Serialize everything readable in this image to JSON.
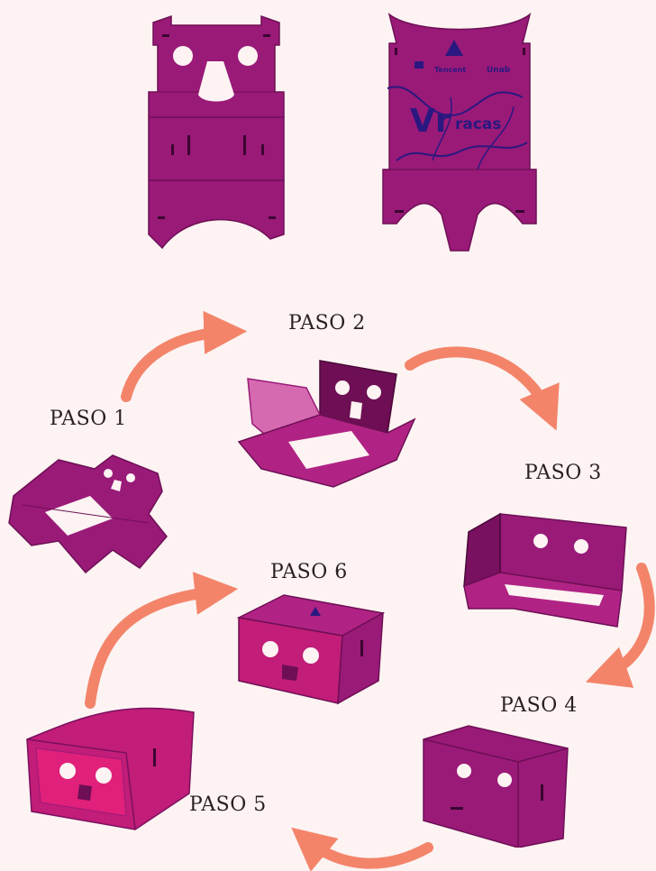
{
  "colors": {
    "background": "#fcf3f2",
    "cardboard": "#9a1a78",
    "cardboard_dark": "#6e0f55",
    "cardboard_light": "#c42a8f",
    "cardboard_pink": "#e0207a",
    "print": "#2a1880",
    "arrow": "#f3846a",
    "label": "#2a1f1f"
  },
  "back_panel": {
    "brand_left": "Tencent",
    "brand_right": "Unab",
    "title_big": "Vr",
    "title_small": "racas"
  },
  "steps": [
    {
      "label": "PASO 1"
    },
    {
      "label": "PASO 2"
    },
    {
      "label": "PASO 3"
    },
    {
      "label": "PASO 4"
    },
    {
      "label": "PASO 5"
    },
    {
      "label": "PASO 6"
    }
  ],
  "icons": {
    "arrow": "curved-arrow-icon",
    "logo": "triangle-logo-icon"
  }
}
